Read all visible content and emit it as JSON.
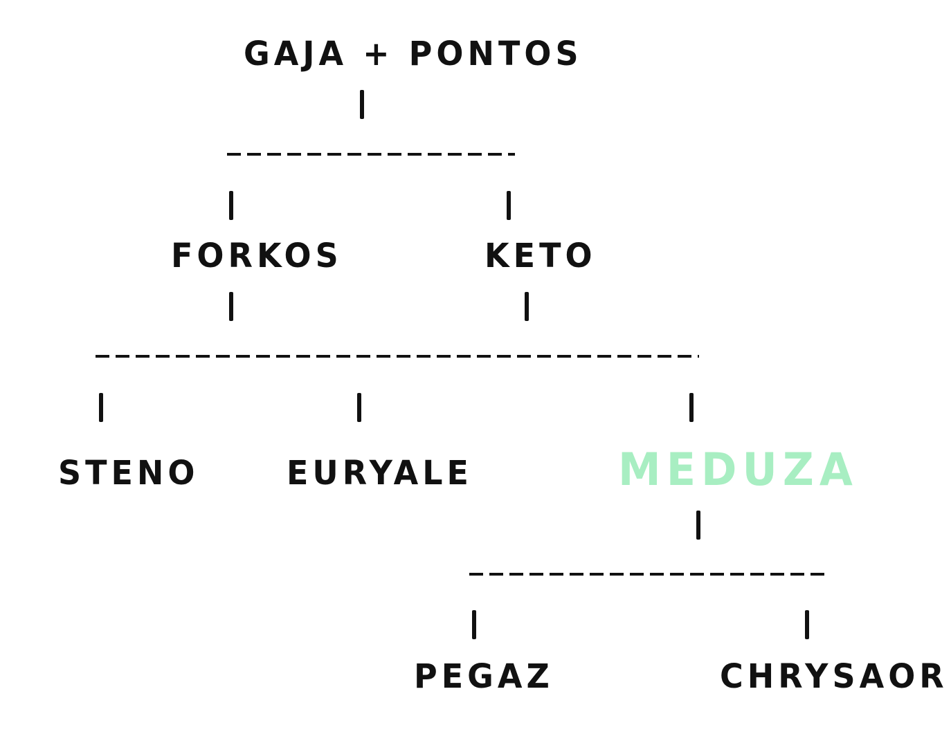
{
  "colors": {
    "ink": "#111111",
    "highlight": "#a8eec2",
    "background": "#ffffff"
  },
  "tree": {
    "root": "GAJA + PONTOS",
    "parents": [
      "FORKOS",
      "KETO"
    ],
    "children": [
      "STENO",
      "EURYALE",
      "MEDUZA"
    ],
    "highlighted": "MEDUZA",
    "grandchildren": [
      "PEGAZ",
      "CHRYSAOR"
    ]
  }
}
